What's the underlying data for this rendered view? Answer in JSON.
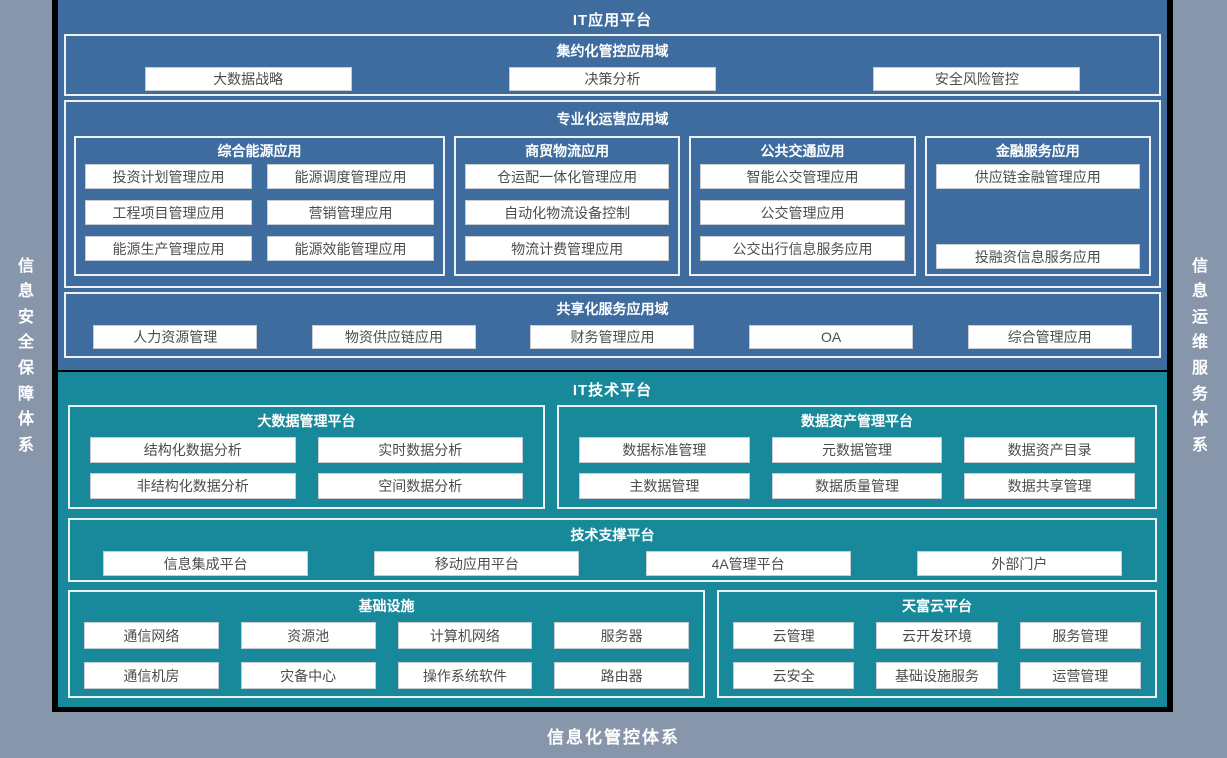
{
  "frame": {
    "left_sidebar": "信息安全保障体系",
    "right_sidebar": "信息运维服务体系",
    "bottom_bar": "信息化管控体系"
  },
  "colors": {
    "app_platform_blue": "#3E6C9E",
    "tech_platform_teal": "#17899A",
    "frame_gray": "#8796AB",
    "chip_text": "#4C4C4C"
  },
  "it_app": {
    "title": "IT应用平台",
    "domain1": {
      "title": "集约化管控应用域",
      "items": [
        "大数据战略",
        "决策分析",
        "安全风险管控"
      ]
    },
    "domain2": {
      "title": "专业化运营应用域",
      "col1": {
        "title": "综合能源应用",
        "items": [
          "投资计划管理应用",
          "能源调度管理应用",
          "工程项目管理应用",
          "营销管理应用",
          "能源生产管理应用",
          "能源效能管理应用"
        ]
      },
      "col2": {
        "title": "商贸物流应用",
        "items": [
          "仓运配一体化管理应用",
          "自动化物流设备控制",
          "物流计费管理应用"
        ]
      },
      "col3": {
        "title": "公共交通应用",
        "items": [
          "智能公交管理应用",
          "公交管理应用",
          "公交出行信息服务应用"
        ]
      },
      "col4": {
        "title": "金融服务应用",
        "items": [
          "供应链金融管理应用",
          "投融资信息服务应用"
        ]
      }
    },
    "domain3": {
      "title": "共享化服务应用域",
      "items": [
        "人力资源管理",
        "物资供应链应用",
        "财务管理应用",
        "OA",
        "综合管理应用"
      ]
    }
  },
  "it_tech": {
    "title": "IT技术平台",
    "bigdata": {
      "title": "大数据管理平台",
      "items": [
        "结构化数据分析",
        "实时数据分析",
        "非结构化数据分析",
        "空间数据分析"
      ]
    },
    "dataasset": {
      "title": "数据资产管理平台",
      "items": [
        "数据标准管理",
        "元数据管理",
        "数据资产目录",
        "主数据管理",
        "数据质量管理",
        "数据共享管理"
      ]
    },
    "techsupport": {
      "title": "技术支撑平台",
      "items": [
        "信息集成平台",
        "移动应用平台",
        "4A管理平台",
        "外部门户"
      ]
    },
    "infra": {
      "title": "基础设施",
      "items": [
        "通信网络",
        "资源池",
        "计算机网络",
        "服务器",
        "通信机房",
        "灾备中心",
        "操作系统软件",
        "路由器"
      ]
    },
    "cloud": {
      "title": "天富云平台",
      "items": [
        "云管理",
        "云开发环境",
        "服务管理",
        "云安全",
        "基础设施服务",
        "运营管理"
      ]
    }
  }
}
